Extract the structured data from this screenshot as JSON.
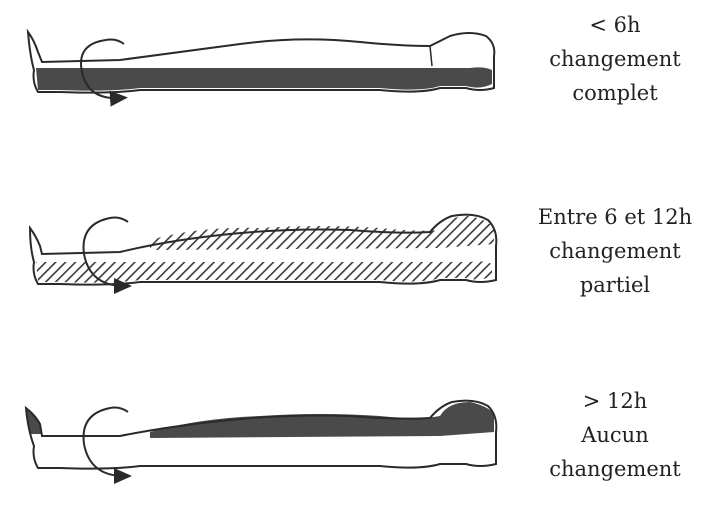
{
  "stages": [
    {
      "caption": [
        "< 6h",
        "changement",
        "complet"
      ],
      "lividity_top": "none",
      "lividity_bottom": "dense"
    },
    {
      "caption": [
        "Entre 6 et 12h",
        "changement",
        "partiel"
      ],
      "lividity_top": "hatched",
      "lividity_bottom": "hatched"
    },
    {
      "caption": [
        "> 12h",
        "Aucun",
        "changement"
      ],
      "lividity_top": "dense",
      "lividity_bottom": "none"
    }
  ],
  "colors": {
    "outline": "#2a2a2a",
    "dense": "#4a4a4a",
    "hatch": "#3a3a3a"
  },
  "icons": [
    "body-outline-icon",
    "rotation-arrow-icon"
  ]
}
